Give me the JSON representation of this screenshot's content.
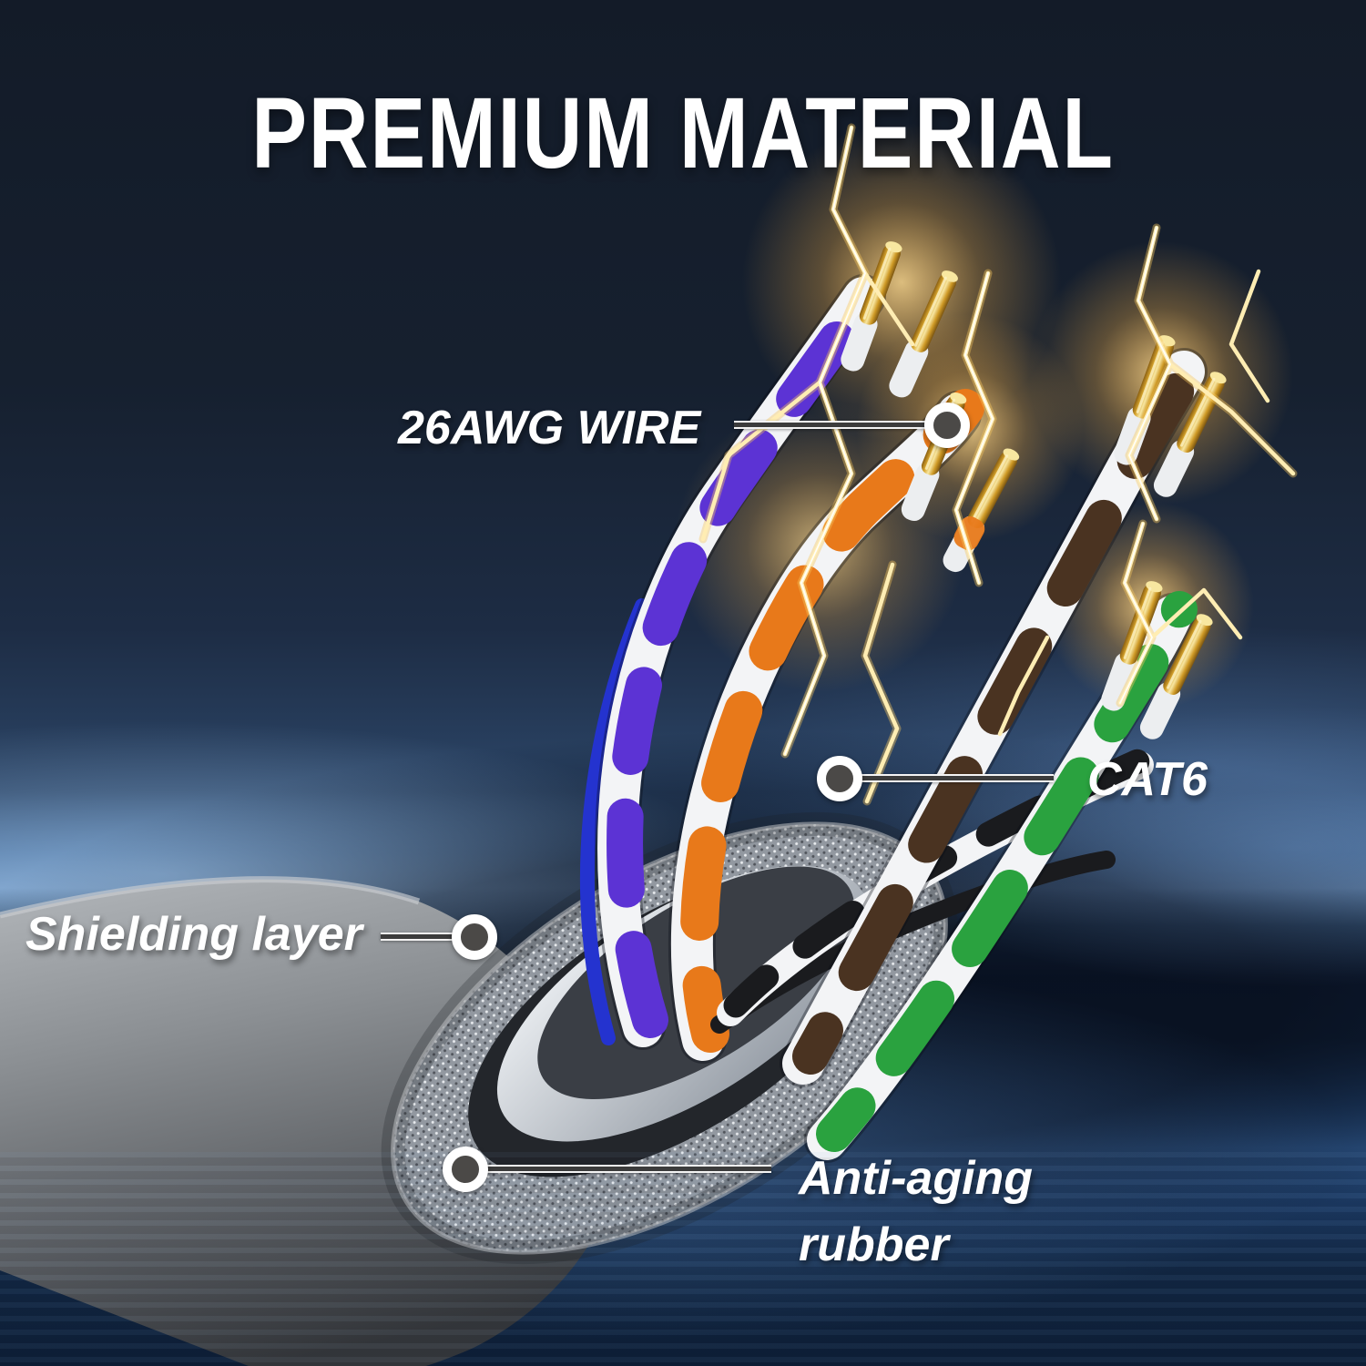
{
  "title": "PREMIUM MATERIAL",
  "callouts": {
    "awg": {
      "label": "26AWG WIRE"
    },
    "cat6": {
      "label": "CAT6"
    },
    "shielding": {
      "label": "Shielding layer"
    },
    "rubber": {
      "line1": "Anti-aging",
      "line2": "rubber"
    }
  },
  "cable": {
    "jacket_color": "#83878c",
    "shield_mesh_color": "#c9ccd1",
    "foil_color": "#dde2e7",
    "wire_colors": {
      "white": "#f3f4f6",
      "purple": "#5c33d4",
      "blue": "#2433cf",
      "orange": "#e8791a",
      "brown": "#4a3321",
      "green": "#2aa23f",
      "black": "#1a1b1e"
    },
    "tip_gold": "#e3b33c",
    "lightning": "#ffedb3"
  },
  "background": {
    "top": "#131b28",
    "upper_mid": "#1d2c44",
    "horizon_light": "#6d93bf",
    "dark_band": "#0e1c34",
    "lower_glow": "#2d5588",
    "bottom": "#0d1e36"
  }
}
